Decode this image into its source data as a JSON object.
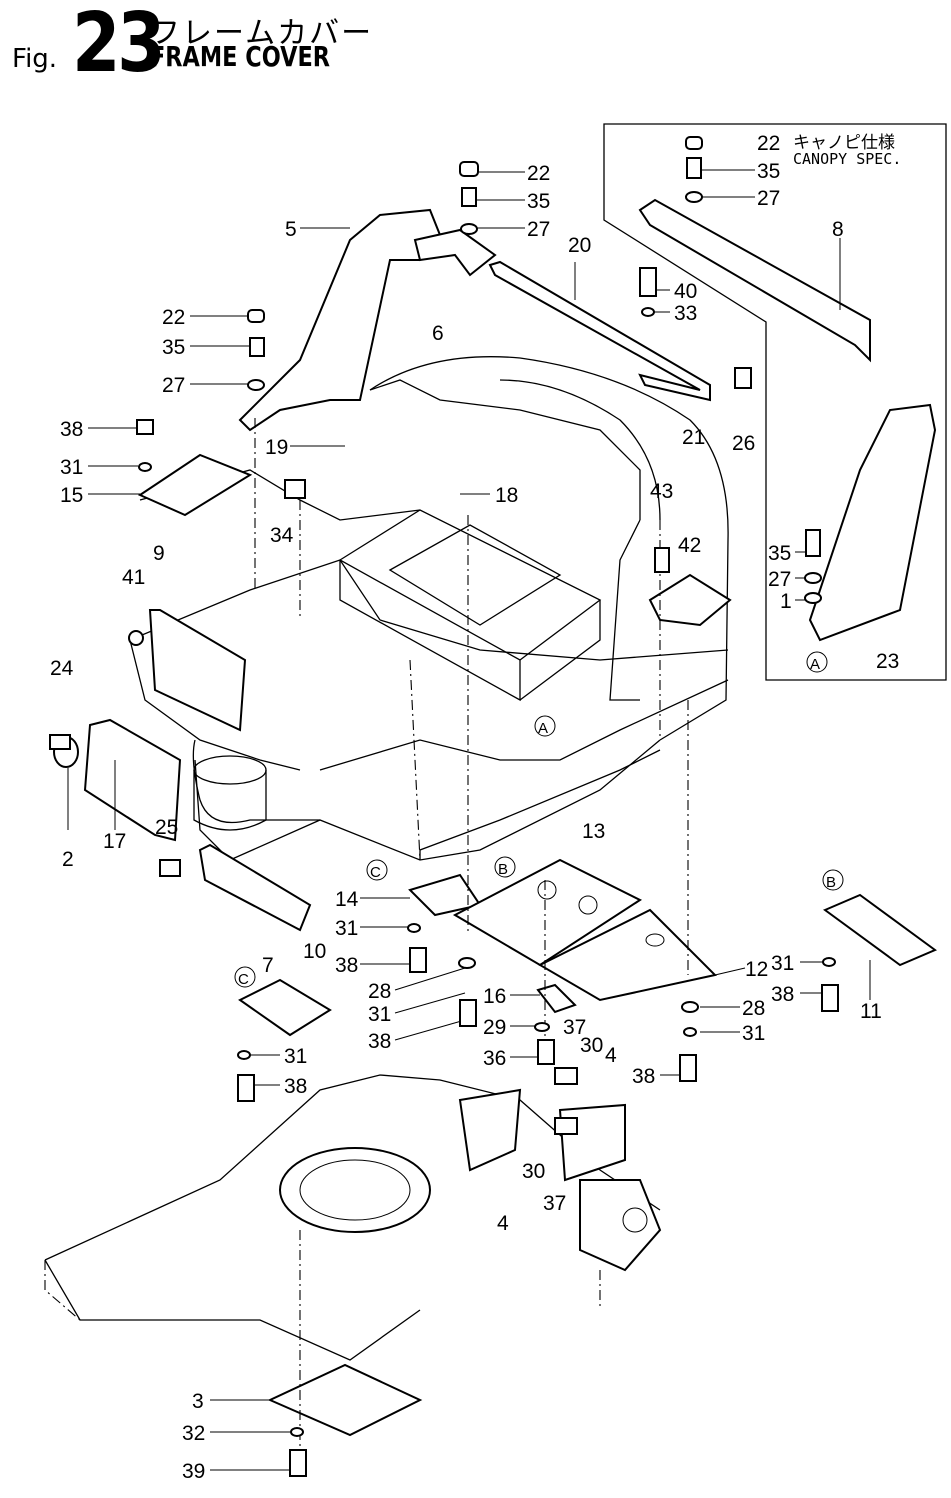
{
  "figure": {
    "prefix": "Fig.",
    "number": "23",
    "title_jp": "フレームカバー",
    "title_en": "FRAME COVER"
  },
  "inset": {
    "title_jp": "キャノピ仕様",
    "title_en": "CANOPY SPEC."
  },
  "labels": [
    {
      "id": "l22a",
      "text": "22"
    },
    {
      "id": "l35a",
      "text": "35"
    },
    {
      "id": "l27a",
      "text": "27"
    },
    {
      "id": "l5",
      "text": "5"
    },
    {
      "id": "l6",
      "text": "6"
    },
    {
      "id": "l20",
      "text": "20"
    },
    {
      "id": "l40",
      "text": "40"
    },
    {
      "id": "l33",
      "text": "33"
    },
    {
      "id": "l21",
      "text": "21"
    },
    {
      "id": "l26",
      "text": "26"
    },
    {
      "id": "l22b",
      "text": "22"
    },
    {
      "id": "l35b",
      "text": "35"
    },
    {
      "id": "l27b",
      "text": "27"
    },
    {
      "id": "l38a",
      "text": "38"
    },
    {
      "id": "l31a",
      "text": "31"
    },
    {
      "id": "l15",
      "text": "15"
    },
    {
      "id": "l19",
      "text": "19"
    },
    {
      "id": "l18",
      "text": "18"
    },
    {
      "id": "l34",
      "text": "34"
    },
    {
      "id": "l9",
      "text": "9"
    },
    {
      "id": "l41",
      "text": "41"
    },
    {
      "id": "l24",
      "text": "24"
    },
    {
      "id": "l17",
      "text": "17"
    },
    {
      "id": "l2",
      "text": "2"
    },
    {
      "id": "l25",
      "text": "25"
    },
    {
      "id": "l43",
      "text": "43"
    },
    {
      "id": "l42",
      "text": "42"
    },
    {
      "id": "lAa",
      "text": "A"
    },
    {
      "id": "lBa",
      "text": "B"
    },
    {
      "id": "lCa",
      "text": "C"
    },
    {
      "id": "l13",
      "text": "13"
    },
    {
      "id": "l14",
      "text": "14"
    },
    {
      "id": "l31b",
      "text": "31"
    },
    {
      "id": "l7",
      "text": "7"
    },
    {
      "id": "l10",
      "text": "10"
    },
    {
      "id": "l38b",
      "text": "38"
    },
    {
      "id": "l28a",
      "text": "28"
    },
    {
      "id": "l31c",
      "text": "31"
    },
    {
      "id": "l38c",
      "text": "38"
    },
    {
      "id": "l16",
      "text": "16"
    },
    {
      "id": "l29",
      "text": "29"
    },
    {
      "id": "l37a",
      "text": "37"
    },
    {
      "id": "l30a",
      "text": "30"
    },
    {
      "id": "l4a",
      "text": "4"
    },
    {
      "id": "l36",
      "text": "36"
    },
    {
      "id": "lCb",
      "text": "C"
    },
    {
      "id": "l31d",
      "text": "31"
    },
    {
      "id": "l38d",
      "text": "38"
    },
    {
      "id": "l12",
      "text": "12"
    },
    {
      "id": "l31e",
      "text": "31"
    },
    {
      "id": "l28b",
      "text": "28"
    },
    {
      "id": "l38e",
      "text": "38"
    },
    {
      "id": "l31f",
      "text": "31"
    },
    {
      "id": "l38f",
      "text": "38"
    },
    {
      "id": "l11",
      "text": "11"
    },
    {
      "id": "lBb",
      "text": "B"
    },
    {
      "id": "l30b",
      "text": "30"
    },
    {
      "id": "l37b",
      "text": "37"
    },
    {
      "id": "l4b",
      "text": "4"
    },
    {
      "id": "l3",
      "text": "3"
    },
    {
      "id": "l32",
      "text": "32"
    },
    {
      "id": "l39",
      "text": "39"
    },
    {
      "id": "l22c",
      "text": "22"
    },
    {
      "id": "l35c",
      "text": "35"
    },
    {
      "id": "l27c",
      "text": "27"
    },
    {
      "id": "l8",
      "text": "8"
    },
    {
      "id": "l35d",
      "text": "35"
    },
    {
      "id": "l27d",
      "text": "27"
    },
    {
      "id": "l1",
      "text": "1"
    },
    {
      "id": "lAb",
      "text": "A"
    },
    {
      "id": "l23",
      "text": "23"
    }
  ]
}
